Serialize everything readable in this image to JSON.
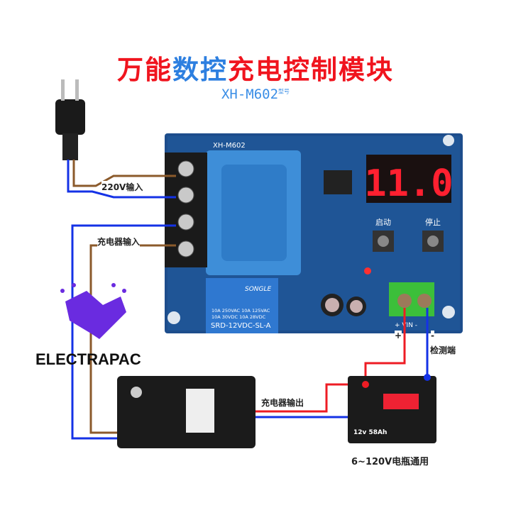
{
  "title": {
    "part1": "万能",
    "part2": "数控",
    "part3": "充电控制模块"
  },
  "model": {
    "name": "XH-M602",
    "suffix": "型号"
  },
  "board": {
    "silk": "XH-M602",
    "display": "11.0",
    "start": "启动",
    "stop": "停止",
    "vin": "+ VIN -",
    "relay_brand": "SONGLE",
    "relay_rating1": "10A 250VAC  10A 125VAC",
    "relay_rating2": "10A 30VDC  10A 28VDC",
    "relay_model": "SRD-12VDC-SL-A"
  },
  "labels": {
    "ac_input": "220V输入",
    "charger_input": "充电器输入",
    "charger_output": "充电器输出",
    "detect": "检测端",
    "plus": "+",
    "minus": "-",
    "battery": "6~120V电瓶通用"
  },
  "battery": {
    "spec": "12v 58Ah"
  },
  "brand": {
    "name": "ELECTRAPAC"
  },
  "colors": {
    "title_red": "#f0141e",
    "title_blue": "#2d7fe0",
    "board": "#1d4d8c",
    "wire_red": "#ee1c24",
    "wire_blue": "#1432e6",
    "wire_brown": "#8b5a2b",
    "logo": "#6a2be0"
  }
}
